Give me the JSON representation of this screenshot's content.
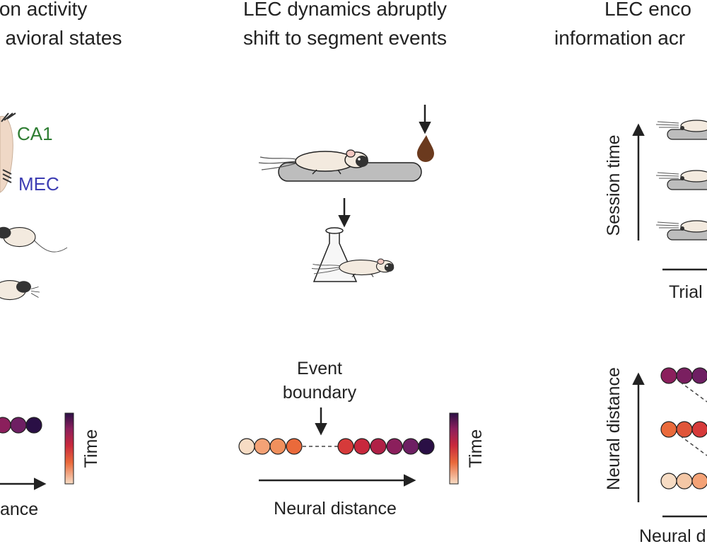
{
  "panels": {
    "left": {
      "title_line1": "ion activity",
      "title_line2": "avioral states",
      "region_ca1": "CA1",
      "region_mec": "MEC",
      "colorbar_label": "Time",
      "axis_label": "ance"
    },
    "middle": {
      "title_line1": "LEC dynamics abruptly",
      "title_line2": "shift to segment events",
      "event_line1": "Event",
      "event_line2": "boundary",
      "colorbar_label": "Time",
      "axis_label": "Neural distance"
    },
    "right": {
      "title_line1": "LEC enco",
      "title_line2": "information acr",
      "y_label_top": "Session time",
      "x_label_top": "Trial",
      "y_label_bottom": "Neural distance",
      "x_label_bottom": "Neural d"
    }
  },
  "colors": {
    "ca1": "#2e7d32",
    "mec": "#3d3db3",
    "dark_purple": "#2a0f45",
    "plum": "#5a1f66",
    "magenta": "#8b1f5c",
    "red": "#c8283d",
    "orange": "#ea6a3b",
    "peach": "#f4a276",
    "cream": "#f7dcc4",
    "water_drop": "#6b3a1e",
    "platform": "#bdbdbd"
  }
}
